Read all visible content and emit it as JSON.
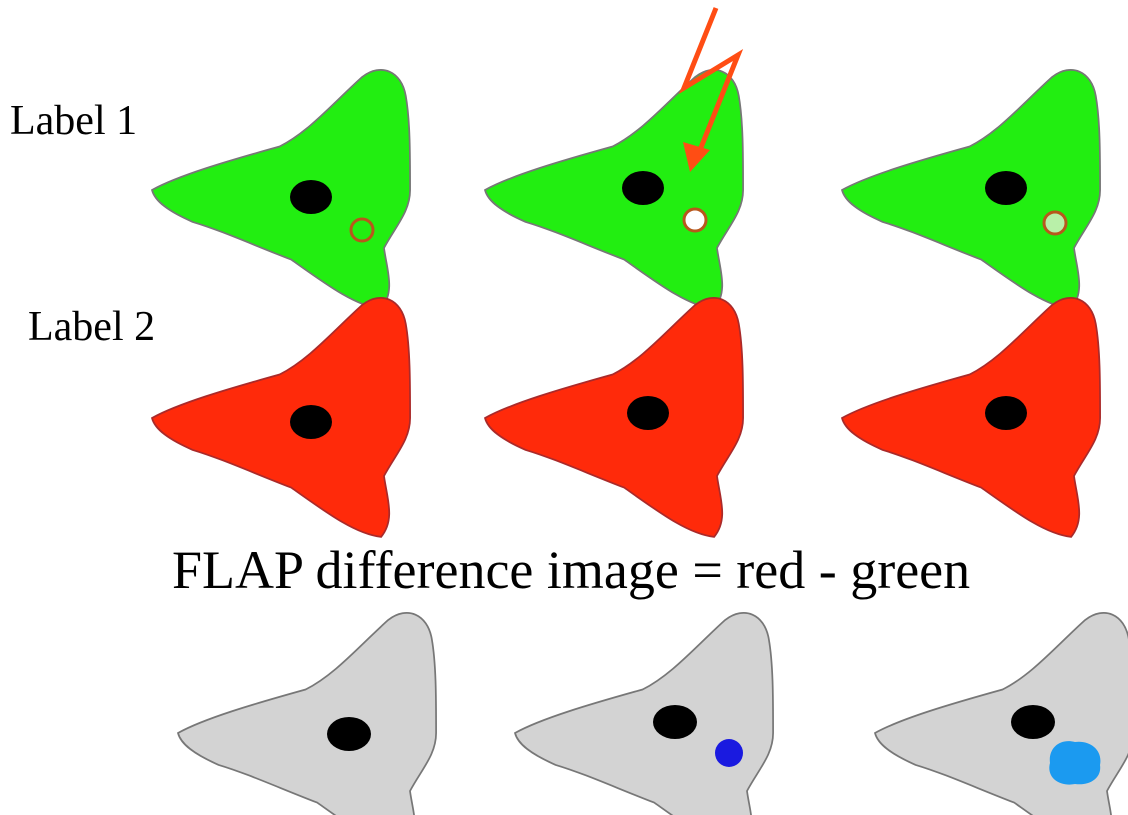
{
  "labels": {
    "row1": "Label 1",
    "row2": "Label 2",
    "formula": "FLAP difference image = red - green"
  },
  "colors": {
    "green_cell": "#22ee11",
    "red_cell": "#ff2a0a",
    "gray_cell": "#d3d3d3",
    "nucleus": "#000000",
    "outline": "#777777",
    "flash_arrow": "#ff4d14",
    "ring": "#b8571c",
    "spot_bright": "#ffffff",
    "spot_faint": "#b9f0a9",
    "spot_dark_blue": "#1a1ae0",
    "spot_light_blue": "#1b9af0"
  }
}
